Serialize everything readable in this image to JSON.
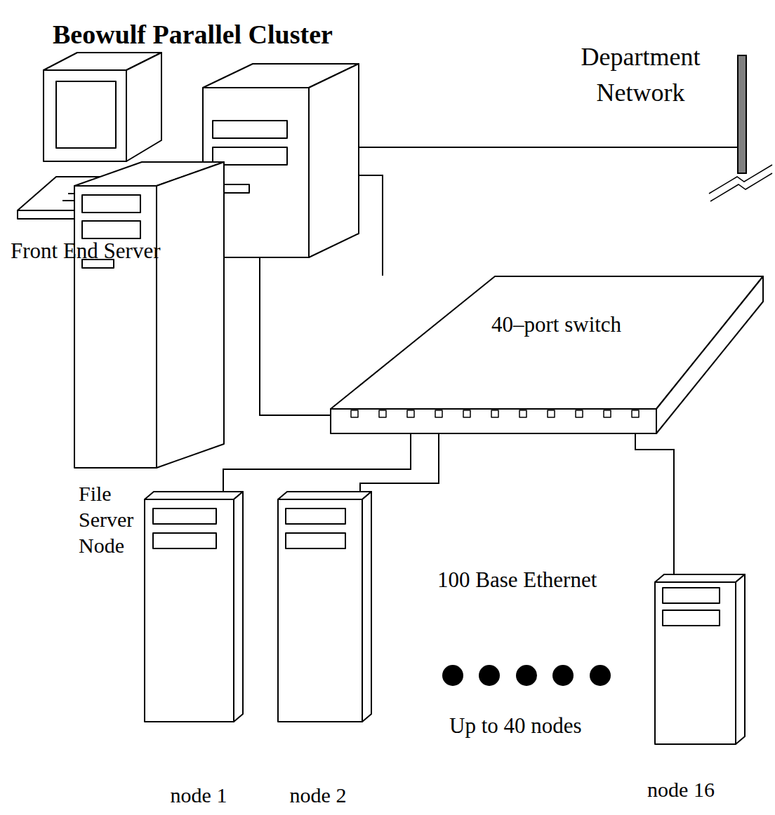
{
  "diagram": {
    "title": "Beowulf Parallel Cluster",
    "nodes": [
      {
        "text": [
          "Front End Server"
        ]
      },
      {
        "text": [
          "Department Network"
        ]
      },
      {
        "text": [
          "40–port switch"
        ]
      },
      {
        "text": [
          "File Server Node"
        ]
      },
      {
        "text": [
          "node 1"
        ]
      },
      {
        "text": [
          "node 2"
        ]
      },
      {
        "text": [
          "node 16"
        ]
      }
    ],
    "edges": [
      {
        "from": 0,
        "to": 1,
        "arrow": "none"
      },
      {
        "from": 0,
        "to": 2,
        "arrow": "none"
      },
      {
        "from": 3,
        "to": 2,
        "arrow": "none"
      },
      {
        "from": 4,
        "to": 2,
        "arrow": "none"
      },
      {
        "from": 5,
        "to": 2,
        "arrow": "none"
      },
      {
        "from": 6,
        "to": 2,
        "arrow": "none"
      }
    ],
    "labels": [
      "100 Base Ethernet",
      "Up to 40 nodes"
    ]
  }
}
